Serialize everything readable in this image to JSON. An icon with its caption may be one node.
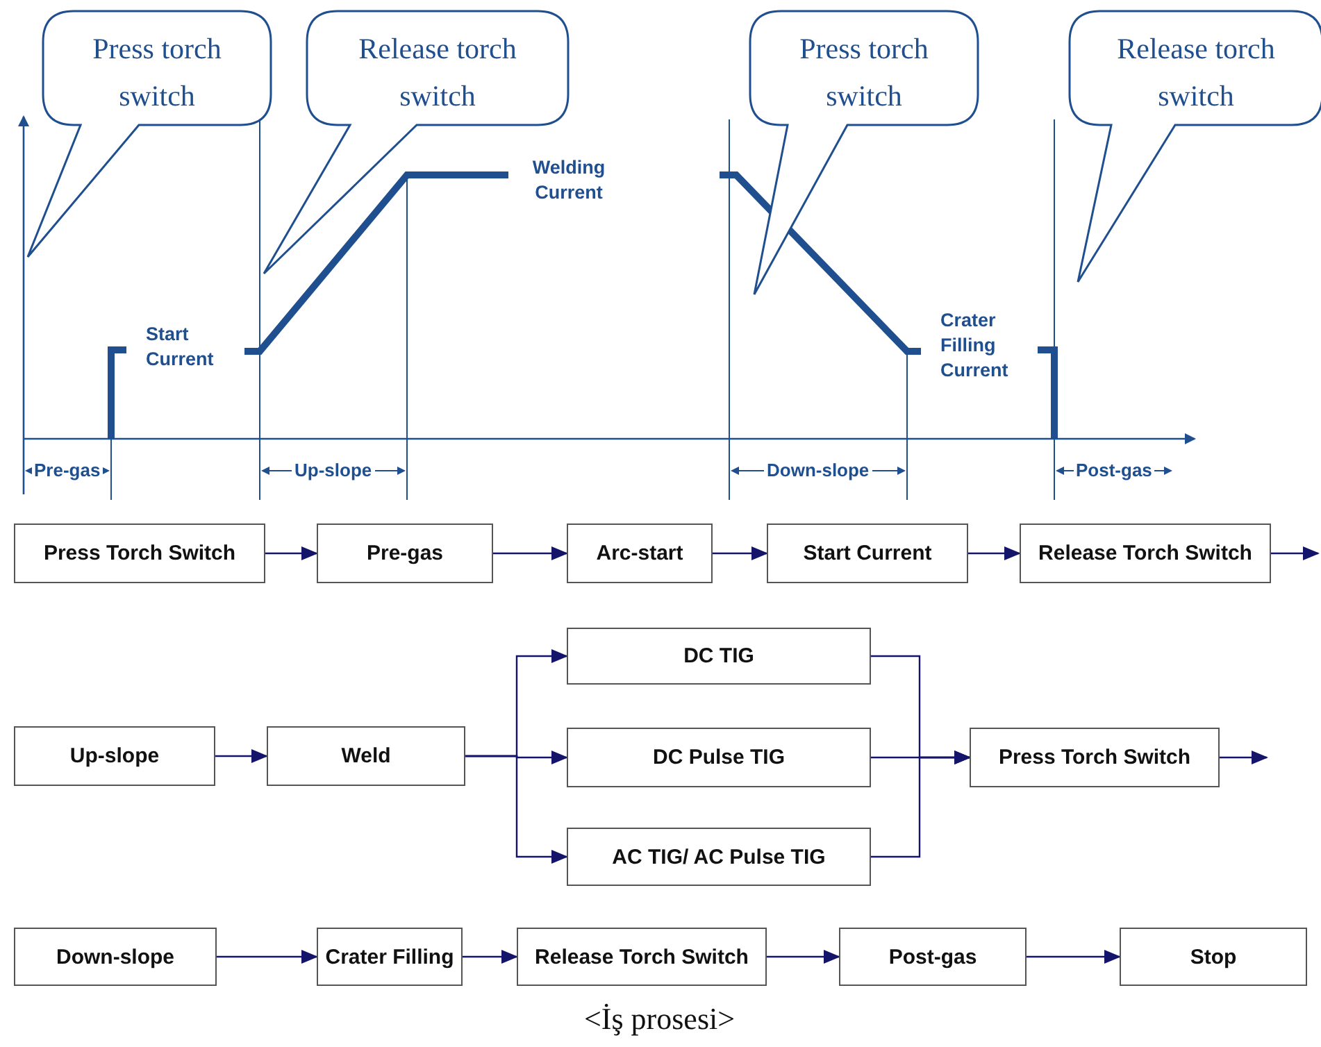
{
  "diagram": {
    "caption": "<İş prosesi>",
    "nodes": [
      {
        "text": [
          "Press torch switch"
        ]
      },
      {
        "text": [
          "Release torch switch"
        ]
      },
      {
        "text": [
          "Press torch switch"
        ]
      },
      {
        "text": [
          "Release torch switch"
        ]
      },
      {
        "text": [
          "Press Torch Switch"
        ]
      },
      {
        "text": [
          "Pre-gas"
        ]
      },
      {
        "text": [
          "Arc-start"
        ]
      },
      {
        "text": [
          "Start Current"
        ]
      },
      {
        "text": [
          "Release Torch Switch"
        ]
      },
      {
        "text": [
          "Up-slope"
        ]
      },
      {
        "text": [
          "Weld"
        ]
      },
      {
        "text": [
          "DC TIG"
        ]
      },
      {
        "text": [
          "DC Pulse TIG"
        ]
      },
      {
        "text": [
          "AC TIG/ AC Pulse TIG"
        ]
      },
      {
        "text": [
          "Press Torch Switch"
        ]
      },
      {
        "text": [
          "Down-slope"
        ]
      },
      {
        "text": [
          "Crater Filling"
        ]
      },
      {
        "text": [
          "Release Torch Switch"
        ]
      },
      {
        "text": [
          "Post-gas"
        ]
      },
      {
        "text": [
          "Stop"
        ]
      }
    ],
    "edges": [
      {
        "from": 4,
        "to": 5,
        "arrow": "to"
      },
      {
        "from": 5,
        "to": 6,
        "arrow": "to"
      },
      {
        "from": 6,
        "to": 7,
        "arrow": "to"
      },
      {
        "from": 7,
        "to": 8,
        "arrow": "to"
      },
      {
        "from": 8,
        "to": null,
        "arrow": "to"
      },
      {
        "from": 9,
        "to": 10,
        "arrow": "to"
      },
      {
        "from": 10,
        "to": 11,
        "arrow": "to"
      },
      {
        "from": 10,
        "to": 12,
        "arrow": "to"
      },
      {
        "from": 10,
        "to": 13,
        "arrow": "to"
      },
      {
        "from": 11,
        "to": 14,
        "arrow": "to"
      },
      {
        "from": 12,
        "to": 14,
        "arrow": "to"
      },
      {
        "from": 13,
        "to": 14,
        "arrow": "to"
      },
      {
        "from": 14,
        "to": null,
        "arrow": "to"
      },
      {
        "from": 15,
        "to": 16,
        "arrow": "to"
      },
      {
        "from": 16,
        "to": 17,
        "arrow": "to"
      },
      {
        "from": 17,
        "to": 18,
        "arrow": "to"
      },
      {
        "from": 18,
        "to": 19,
        "arrow": "to"
      }
    ],
    "labels": [
      "Start Current",
      "Welding Current",
      "Crater Filling Current",
      "Pre-gas",
      "Up-slope",
      "Down-slope",
      "Post-gas"
    ]
  }
}
